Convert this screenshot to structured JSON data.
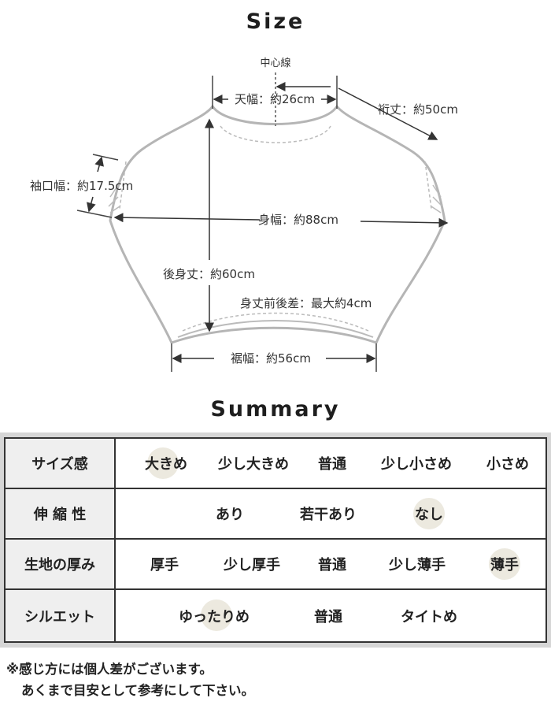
{
  "size": {
    "heading": "Size",
    "labels": {
      "center_line": "中心線",
      "top_width": "天幅：約26cm",
      "sleeve_length": "裄丈：約50cm",
      "cuff_width": "袖口幅：約17.5cm",
      "body_width": "身幅：約88cm",
      "back_length": "後身丈：約60cm",
      "length_difference": "身丈前後差：最大約4cm",
      "hem_width": "裾幅：約56cm"
    }
  },
  "summary": {
    "heading": "Summary",
    "rows": [
      {
        "label": "サイズ感",
        "options": [
          "大きめ",
          "少し大きめ",
          "普通",
          "少し小さめ",
          "小さめ"
        ],
        "selected": "大きめ"
      },
      {
        "label": "伸 縮 性",
        "options": [
          "あり",
          "若干あり",
          "なし"
        ],
        "selected": "なし"
      },
      {
        "label": "生地の厚み",
        "options": [
          "厚手",
          "少し厚手",
          "普通",
          "少し薄手",
          "薄手"
        ],
        "selected": "薄手"
      },
      {
        "label": "シルエット",
        "options": [
          "ゆったりめ",
          "普通",
          "タイトめ"
        ],
        "selected": "ゆったりめ"
      }
    ]
  },
  "note": {
    "line1": "※感じ方には個人差がございます。",
    "line2": "あくまで目安として参考にして下さい。"
  },
  "colors": {
    "mark": "#ece9df",
    "header_bg": "#efefef",
    "border": "#333333",
    "outer": "#d6d6d6"
  }
}
